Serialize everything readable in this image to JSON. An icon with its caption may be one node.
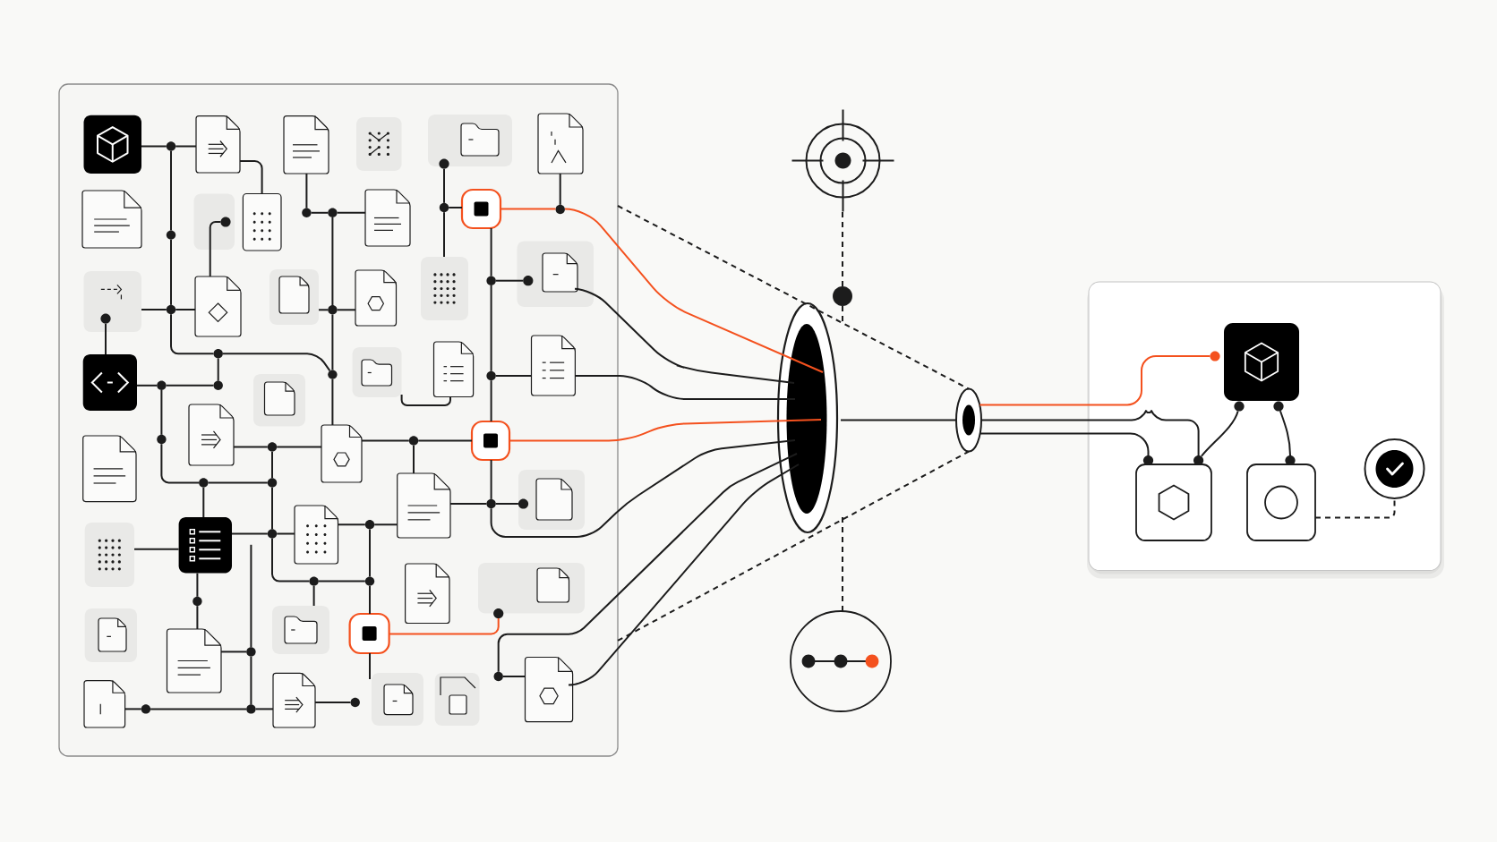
{
  "diagram": {
    "nodes": [
      {
        "text": [],
        "shape": "box"
      },
      {
        "text": [],
        "shape": "box",
        "in": 0
      },
      {
        "text": [],
        "shape": "document",
        "in": 0
      },
      {
        "text": [],
        "shape": "document",
        "in": 0
      },
      {
        "text": [],
        "shape": "box",
        "in": 0
      },
      {
        "text": [],
        "shape": "box",
        "in": 0
      },
      {
        "text": [],
        "shape": "document",
        "in": 0
      },
      {
        "text": [],
        "shape": "document",
        "in": 0
      },
      {
        "text": [],
        "shape": "box",
        "in": 0
      },
      {
        "text": [],
        "shape": "box",
        "in": 0
      },
      {
        "text": [],
        "shape": "document",
        "in": 0
      },
      {
        "text": [],
        "shape": "box",
        "in": 0
      },
      {
        "text": [],
        "shape": "box",
        "in": 0
      },
      {
        "text": [],
        "shape": "document",
        "in": 0
      },
      {
        "text": [],
        "shape": "box",
        "in": 0
      },
      {
        "text": [],
        "shape": "document",
        "in": 0
      },
      {
        "text": [],
        "shape": "box",
        "in": 0
      },
      {
        "text": [],
        "shape": "box",
        "in": 0
      },
      {
        "text": [],
        "shape": "box",
        "in": 0
      },
      {
        "text": [],
        "shape": "box",
        "in": 0
      },
      {
        "text": [],
        "shape": "document",
        "in": 0
      },
      {
        "text": [],
        "shape": "document",
        "in": 0
      },
      {
        "text": [],
        "shape": "document",
        "in": 0
      },
      {
        "text": [],
        "shape": "box",
        "in": 0
      },
      {
        "text": [],
        "shape": "document",
        "in": 0
      },
      {
        "text": [],
        "shape": "box",
        "in": 0
      },
      {
        "text": [],
        "shape": "document",
        "in": 0
      },
      {
        "text": [],
        "shape": "document",
        "in": 0
      },
      {
        "text": [],
        "shape": "box",
        "in": 0
      },
      {
        "text": [],
        "shape": "box",
        "in": 0
      },
      {
        "text": [],
        "shape": "box",
        "in": 0
      },
      {
        "text": [],
        "shape": "document",
        "in": 0
      },
      {
        "text": [],
        "shape": "box",
        "in": 0
      },
      {
        "text": [],
        "shape": "document",
        "in": 0
      },
      {
        "text": [],
        "shape": "box",
        "in": 0
      },
      {
        "text": [],
        "shape": "box",
        "in": 0
      },
      {
        "text": [],
        "shape": "document",
        "in": 0
      },
      {
        "text": [],
        "shape": "box",
        "in": 0
      },
      {
        "text": [],
        "shape": "document",
        "in": 0
      },
      {
        "text": [],
        "shape": "document",
        "in": 0
      },
      {
        "text": [],
        "shape": "box",
        "in": 0
      },
      {
        "text": [],
        "shape": "box",
        "in": 0
      },
      {
        "text": [],
        "shape": "document",
        "in": 0
      },
      {
        "text": [],
        "shape": "circle",
        "in": 0
      },
      {
        "text": [],
        "shape": "circle",
        "in": 0
      },
      {
        "text": [],
        "shape": "circle",
        "in": 0
      },
      {
        "text": [],
        "shape": "circle",
        "in": 0
      },
      {
        "text": [],
        "shape": "circle",
        "in": 0
      },
      {
        "text": [],
        "shape": "circle",
        "in": 0
      },
      {
        "text": [],
        "shape": "circle",
        "in": 0
      },
      {
        "text": [],
        "shape": "circle",
        "in": 0
      },
      {
        "text": [],
        "shape": "circle",
        "in": 0
      },
      {
        "text": [],
        "shape": "circle",
        "in": 0
      },
      {
        "text": [],
        "shape": "circle",
        "in": 0
      },
      {
        "text": [],
        "shape": "circle",
        "in": 0
      },
      {
        "text": [],
        "shape": "circle",
        "in": 0
      },
      {
        "text": [],
        "shape": "circle",
        "in": 0
      },
      {
        "text": [],
        "shape": "circle",
        "in": 0
      },
      {
        "text": [],
        "shape": "circle",
        "in": 0
      },
      {
        "text": [],
        "shape": "circle",
        "in": 0
      },
      {
        "text": [],
        "shape": "circle",
        "in": 0
      },
      {
        "text": [],
        "shape": "circle",
        "in": 0
      },
      {
        "text": [],
        "shape": "circle",
        "in": 0
      },
      {
        "text": [],
        "shape": "circle",
        "in": 0
      },
      {
        "text": [],
        "shape": "circle",
        "in": 0
      },
      {
        "text": [],
        "shape": "circle",
        "in": 0
      },
      {
        "text": [],
        "shape": "circle",
        "in": 0
      },
      {
        "text": [],
        "shape": "circle",
        "in": 0
      },
      {
        "text": [],
        "shape": "circle",
        "in": 0
      },
      {
        "text": [],
        "shape": "circle",
        "in": 0
      },
      {
        "text": [],
        "shape": "circle",
        "in": 0
      },
      {
        "text": [],
        "shape": "circle",
        "in": 0
      },
      {
        "text": [],
        "shape": "circle",
        "in": 0
      },
      {
        "text": [],
        "shape": "target"
      },
      {
        "text": [],
        "shape": "circle"
      },
      {
        "text": [],
        "shape": "ellipse"
      },
      {
        "text": [],
        "shape": "circle"
      },
      {
        "text": [],
        "shape": "ellipse"
      },
      {
        "text": [],
        "shape": "box"
      },
      {
        "text": [],
        "shape": "box",
        "in": 78
      },
      {
        "text": [],
        "shape": "box",
        "in": 78
      },
      {
        "text": [],
        "shape": "box",
        "in": 78
      },
      {
        "text": [],
        "shape": "circle",
        "in": 78
      },
      {
        "text": [],
        "shape": "circle",
        "in": 12
      },
      {
        "text": [],
        "shape": "circle",
        "in": 28
      },
      {
        "text": [],
        "shape": "circle",
        "in": 17
      },
      {
        "text": [],
        "shape": "circle",
        "in": 0
      },
      {
        "text": [],
        "shape": "circle",
        "in": 8
      },
      {
        "text": [],
        "shape": "circle",
        "in": 0
      },
      {
        "text": [],
        "shape": "circle",
        "in": 78
      },
      {
        "text": [],
        "shape": "circle",
        "in": 78
      },
      {
        "text": [],
        "shape": "circle",
        "in": 78
      },
      {
        "text": [],
        "shape": "circle",
        "in": 78
      },
      {
        "text": [],
        "shape": "circle",
        "in": 78
      },
      {
        "text": [],
        "shape": "circle",
        "in": 78
      },
      {
        "text": [],
        "shape": "document",
        "in": 14
      },
      {
        "text": [],
        "shape": "document",
        "in": 17
      },
      {
        "text": [],
        "shape": "document",
        "in": 23
      },
      {
        "text": [],
        "shape": "document",
        "in": 28
      },
      {
        "text": [],
        "shape": "document",
        "in": 32
      },
      {
        "text": [],
        "shape": "document",
        "in": 37
      },
      {
        "text": [],
        "shape": "document",
        "in": 40
      },
      {
        "text": [],
        "shape": "folder",
        "in": 5
      },
      {
        "text": [],
        "shape": "folder",
        "in": 19
      },
      {
        "text": [],
        "shape": "folder",
        "in": 34
      }
    ],
    "edges": [
      {
        "from": 1,
        "to": 43,
        "arrow": "none"
      },
      {
        "from": 43,
        "to": 2,
        "arrow": "none"
      },
      {
        "from": 43,
        "to": 44,
        "arrow": "none"
      },
      {
        "from": 44,
        "to": 45,
        "arrow": "none"
      },
      {
        "from": 45,
        "to": 50,
        "arrow": "none"
      },
      {
        "from": 50,
        "to": 49,
        "arrow": "none"
      },
      {
        "from": 12,
        "to": 45,
        "arrow": "none"
      },
      {
        "from": 45,
        "to": 13,
        "arrow": "none"
      },
      {
        "from": 18,
        "to": 83,
        "arrow": "none"
      },
      {
        "from": 2,
        "to": 9,
        "arrow": "none"
      },
      {
        "from": 3,
        "to": 46,
        "arrow": "none"
      },
      {
        "from": 46,
        "to": 47,
        "arrow": "none"
      },
      {
        "from": 47,
        "to": 10,
        "arrow": "none"
      },
      {
        "from": 47,
        "to": 48,
        "arrow": "none"
      },
      {
        "from": 48,
        "to": 49,
        "arrow": "none"
      },
      {
        "from": 49,
        "to": 24,
        "arrow": "none"
      },
      {
        "from": 14,
        "to": 48,
        "arrow": "none"
      },
      {
        "from": 48,
        "to": 15,
        "arrow": "none"
      },
      {
        "from": 50,
        "to": 51,
        "arrow": "none"
      },
      {
        "from": 18,
        "to": 72,
        "arrow": "none"
      },
      {
        "from": 72,
        "to": 51,
        "arrow": "none"
      },
      {
        "from": 72,
        "to": 55,
        "arrow": "none"
      },
      {
        "from": 55,
        "to": 56,
        "arrow": "none"
      },
      {
        "from": 56,
        "to": 71,
        "arrow": "none"
      },
      {
        "from": 22,
        "to": 70,
        "arrow": "none"
      },
      {
        "from": 70,
        "to": 24,
        "arrow": "none"
      },
      {
        "from": 70,
        "to": 71,
        "arrow": "none"
      },
      {
        "from": 71,
        "to": 58,
        "arrow": "none"
      },
      {
        "from": 58,
        "to": 60,
        "arrow": "none"
      },
      {
        "from": 60,
        "to": 61,
        "arrow": "none"
      },
      {
        "from": 56,
        "to": 30,
        "arrow": "none"
      },
      {
        "from": 30,
        "to": 58,
        "arrow": "none"
      },
      {
        "from": 58,
        "to": 31,
        "arrow": "none"
      },
      {
        "from": 29,
        "to": 30,
        "arrow": "none"
      },
      {
        "from": 31,
        "to": 59,
        "arrow": "none"
      },
      {
        "from": 59,
        "to": 27,
        "arrow": "none"
      },
      {
        "from": 59,
        "to": 61,
        "arrow": "none"
      },
      {
        "from": 61,
        "to": 35,
        "arrow": "none"
      },
      {
        "from": 60,
        "to": 34,
        "arrow": "none"
      },
      {
        "from": 30,
        "to": 62,
        "arrow": "none"
      },
      {
        "from": 62,
        "to": 33,
        "arrow": "none"
      },
      {
        "from": null,
        "to": 63,
        "arrow": "none"
      },
      {
        "from": 63,
        "to": 64,
        "arrow": "none"
      },
      {
        "from": 33,
        "to": 63,
        "arrow": "none"
      },
      {
        "from": 38,
        "to": 65,
        "arrow": "none"
      },
      {
        "from": 65,
        "to": 64,
        "arrow": "none"
      },
      {
        "from": 64,
        "to": 39,
        "arrow": "none"
      },
      {
        "from": 39,
        "to": 66,
        "arrow": "none"
      },
      {
        "from": 35,
        "to": 40,
        "arrow": "none"
      },
      {
        "from": 27,
        "to": 67,
        "arrow": "none"
      },
      {
        "from": 67,
        "to": 84,
        "arrow": "none"
      },
      {
        "from": 11,
        "to": 53,
        "arrow": "none"
      },
      {
        "from": 53,
        "to": 54,
        "arrow": "none"
      },
      {
        "from": 54,
        "to": 25,
        "arrow": "none"
      },
      {
        "from": 53,
        "to": 85,
        "arrow": "none"
      },
      {
        "from": 54,
        "to": 21,
        "arrow": "none"
      },
      {
        "from": 19,
        "to": 20,
        "arrow": "none"
      },
      {
        "from": 24,
        "to": 57,
        "arrow": "none"
      },
      {
        "from": 57,
        "to": 25,
        "arrow": "none"
      },
      {
        "from": 57,
        "to": 27,
        "arrow": "none"
      },
      {
        "from": 52,
        "to": 86,
        "arrow": "none"
      },
      {
        "from": 52,
        "to": 16,
        "arrow": "none"
      },
      {
        "from": 52,
        "to": 11,
        "arrow": "none"
      },
      {
        "from": 6,
        "to": 69,
        "arrow": "none"
      },
      {
        "from": 11,
        "to": 69,
        "arrow": "none",
        "color": "#f4511e"
      },
      {
        "from": 13,
        "to": 87,
        "arrow": "none"
      },
      {
        "from": 25,
        "to": 67,
        "arrow": "none"
      },
      {
        "from": 35,
        "to": 88,
        "arrow": "none",
        "color": "#f4511e"
      },
      {
        "from": 42,
        "to": 68,
        "arrow": "none"
      },
      {
        "from": 69,
        "to": 75,
        "arrow": "none",
        "color": "#f4511e"
      },
      {
        "from": 96,
        "to": 75,
        "arrow": "none"
      },
      {
        "from": 21,
        "to": 75,
        "arrow": "none"
      },
      {
        "from": 25,
        "to": 75,
        "arrow": "none",
        "color": "#f4511e"
      },
      {
        "from": 67,
        "to": 75,
        "arrow": "none"
      },
      {
        "from": 68,
        "to": 75,
        "arrow": "none"
      },
      {
        "from": 42,
        "to": 75,
        "arrow": "none"
      },
      {
        "from": 0,
        "to": 77,
        "arrow": "none",
        "style": "dashed"
      },
      {
        "from": 0,
        "to": 77,
        "arrow": "none",
        "style": "dashed"
      },
      {
        "from": 73,
        "to": 74,
        "arrow": "none",
        "style": "dashed"
      },
      {
        "from": 74,
        "to": null,
        "arrow": "none",
        "style": "dashed"
      },
      {
        "from": null,
        "to": 76,
        "arrow": "none",
        "style": "dashed"
      },
      {
        "from": 75,
        "to": 77,
        "arrow": "none"
      },
      {
        "from": 77,
        "to": 89,
        "arrow": "none",
        "color": "#f4511e"
      },
      {
        "from": 77,
        "to": 93,
        "arrow": "none"
      },
      {
        "from": 77,
        "to": 92,
        "arrow": "none"
      },
      {
        "from": 90,
        "to": 93,
        "arrow": "none"
      },
      {
        "from": 91,
        "to": 94,
        "arrow": "none"
      },
      {
        "from": 81,
        "to": 82,
        "arrow": "none",
        "style": "dashed"
      }
    ]
  }
}
